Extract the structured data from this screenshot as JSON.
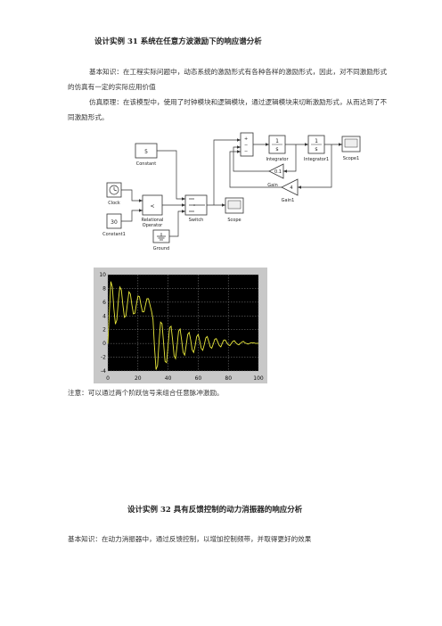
{
  "section1": {
    "title": "设计实例  31    系统在任意方波激励下的响应谱分析",
    "para1": "基本知识：在工程实际问题中，动态系统的激励形式有各种各样的激励形式，因此，对不同激励形式的仿真有一定的实际应用价值",
    "para2": "仿真原理：在该模型中，使用了时钟模块和逻辑模块，通过逻辑模块来切断激励形式，从而达到了不同激励形式。"
  },
  "diagram": {
    "blocks": {
      "constant_value": "5",
      "constant_label": "Constant",
      "clock_label": "Clock",
      "constant1_value": "30",
      "constant1_label": "Constant1",
      "relop_symbol": "<",
      "relop_label1": "Relational",
      "relop_label2": "Operator",
      "ground_label": "Ground",
      "switch_label": "Switch",
      "scope_label": "Scope",
      "integrator_num": "1",
      "integrator_den": "s",
      "integrator_label": "Integrator",
      "integrator1_num": "1",
      "integrator1_den": "s",
      "integrator1_label": "Integrator1",
      "scope1_label": "Scope1",
      "gain_value": "0.1",
      "gain_label": "Gain",
      "gain1_value": "4",
      "gain1_label": "Gain1"
    }
  },
  "chart_data": {
    "type": "line",
    "title": "",
    "xlabel": "",
    "ylabel": "",
    "xlim": [
      0,
      100
    ],
    "ylim": [
      -4,
      10
    ],
    "xticks": [
      "0",
      "20",
      "40",
      "60",
      "80",
      "100"
    ],
    "yticks": [
      "10",
      "8",
      "6",
      "4",
      "2",
      "0",
      "-2",
      "-4"
    ],
    "grid": true,
    "background": "#000000",
    "line_color": "#e8e83a",
    "series": [
      {
        "x": [
          0,
          1,
          2,
          3,
          4,
          5,
          6,
          7,
          8,
          9,
          10,
          11,
          12,
          13,
          14,
          15,
          16,
          17,
          18,
          19,
          20,
          21,
          22,
          23,
          24,
          25,
          26,
          27,
          28,
          29,
          30,
          31,
          32,
          33,
          34,
          35,
          36,
          37,
          38,
          39,
          40,
          41,
          42,
          43,
          44,
          45,
          46,
          47,
          48,
          49,
          50,
          51,
          52,
          53,
          54,
          55,
          56,
          57,
          58,
          59,
          60,
          61,
          62,
          63,
          64,
          65,
          66,
          67,
          68,
          69,
          70,
          71,
          72,
          73,
          74,
          75,
          76,
          77,
          78,
          79,
          80,
          81,
          82,
          83,
          84,
          85,
          86,
          87,
          88,
          89,
          90,
          91,
          92,
          93,
          94,
          95,
          96,
          97,
          98,
          99,
          100
        ],
        "y": [
          0,
          4.5,
          9,
          8.2,
          5,
          2.8,
          3.4,
          6.2,
          8.2,
          7.8,
          5.6,
          3.8,
          4,
          5.8,
          7.5,
          7.2,
          5.6,
          4.3,
          4.4,
          5.7,
          6.9,
          6.8,
          5.6,
          4.6,
          4.6,
          5.6,
          6.5,
          6.5,
          5.6,
          4.7,
          3.5,
          -0.6,
          -3.8,
          -3.2,
          0.3,
          3.1,
          2.9,
          0.2,
          -2.6,
          -2.8,
          -0.3,
          2.3,
          2.5,
          0.5,
          -1.8,
          -2.2,
          -0.4,
          1.8,
          2.1,
          0.5,
          -1.3,
          -1.7,
          -0.3,
          1.3,
          1.6,
          0.5,
          -0.9,
          -1.3,
          -0.3,
          1,
          1.3,
          0.4,
          -0.7,
          -1,
          -0.2,
          0.8,
          1,
          0.3,
          -0.5,
          -0.7,
          -0.1,
          0.6,
          0.7,
          0.2,
          -0.3,
          -0.5,
          0,
          0.5,
          0.5,
          0.1,
          -0.2,
          -0.3,
          0,
          0.3,
          0.4,
          0.1,
          -0.1,
          -0.2,
          0,
          0.2,
          0.3,
          0.1,
          0,
          -0.1,
          0,
          0.1,
          0.1,
          0.1,
          0,
          0,
          0
        ]
      }
    ]
  },
  "note": "注意：可以通过两个阶跃信号来组合任意脉冲激励。",
  "section2": {
    "title": "设计实例  32      具有反馈控制的动力消振器的响应分析",
    "para1": "基本知识：在动力消振器中，通过反馈控制，以增加控制频带，并取得更好的效果"
  }
}
